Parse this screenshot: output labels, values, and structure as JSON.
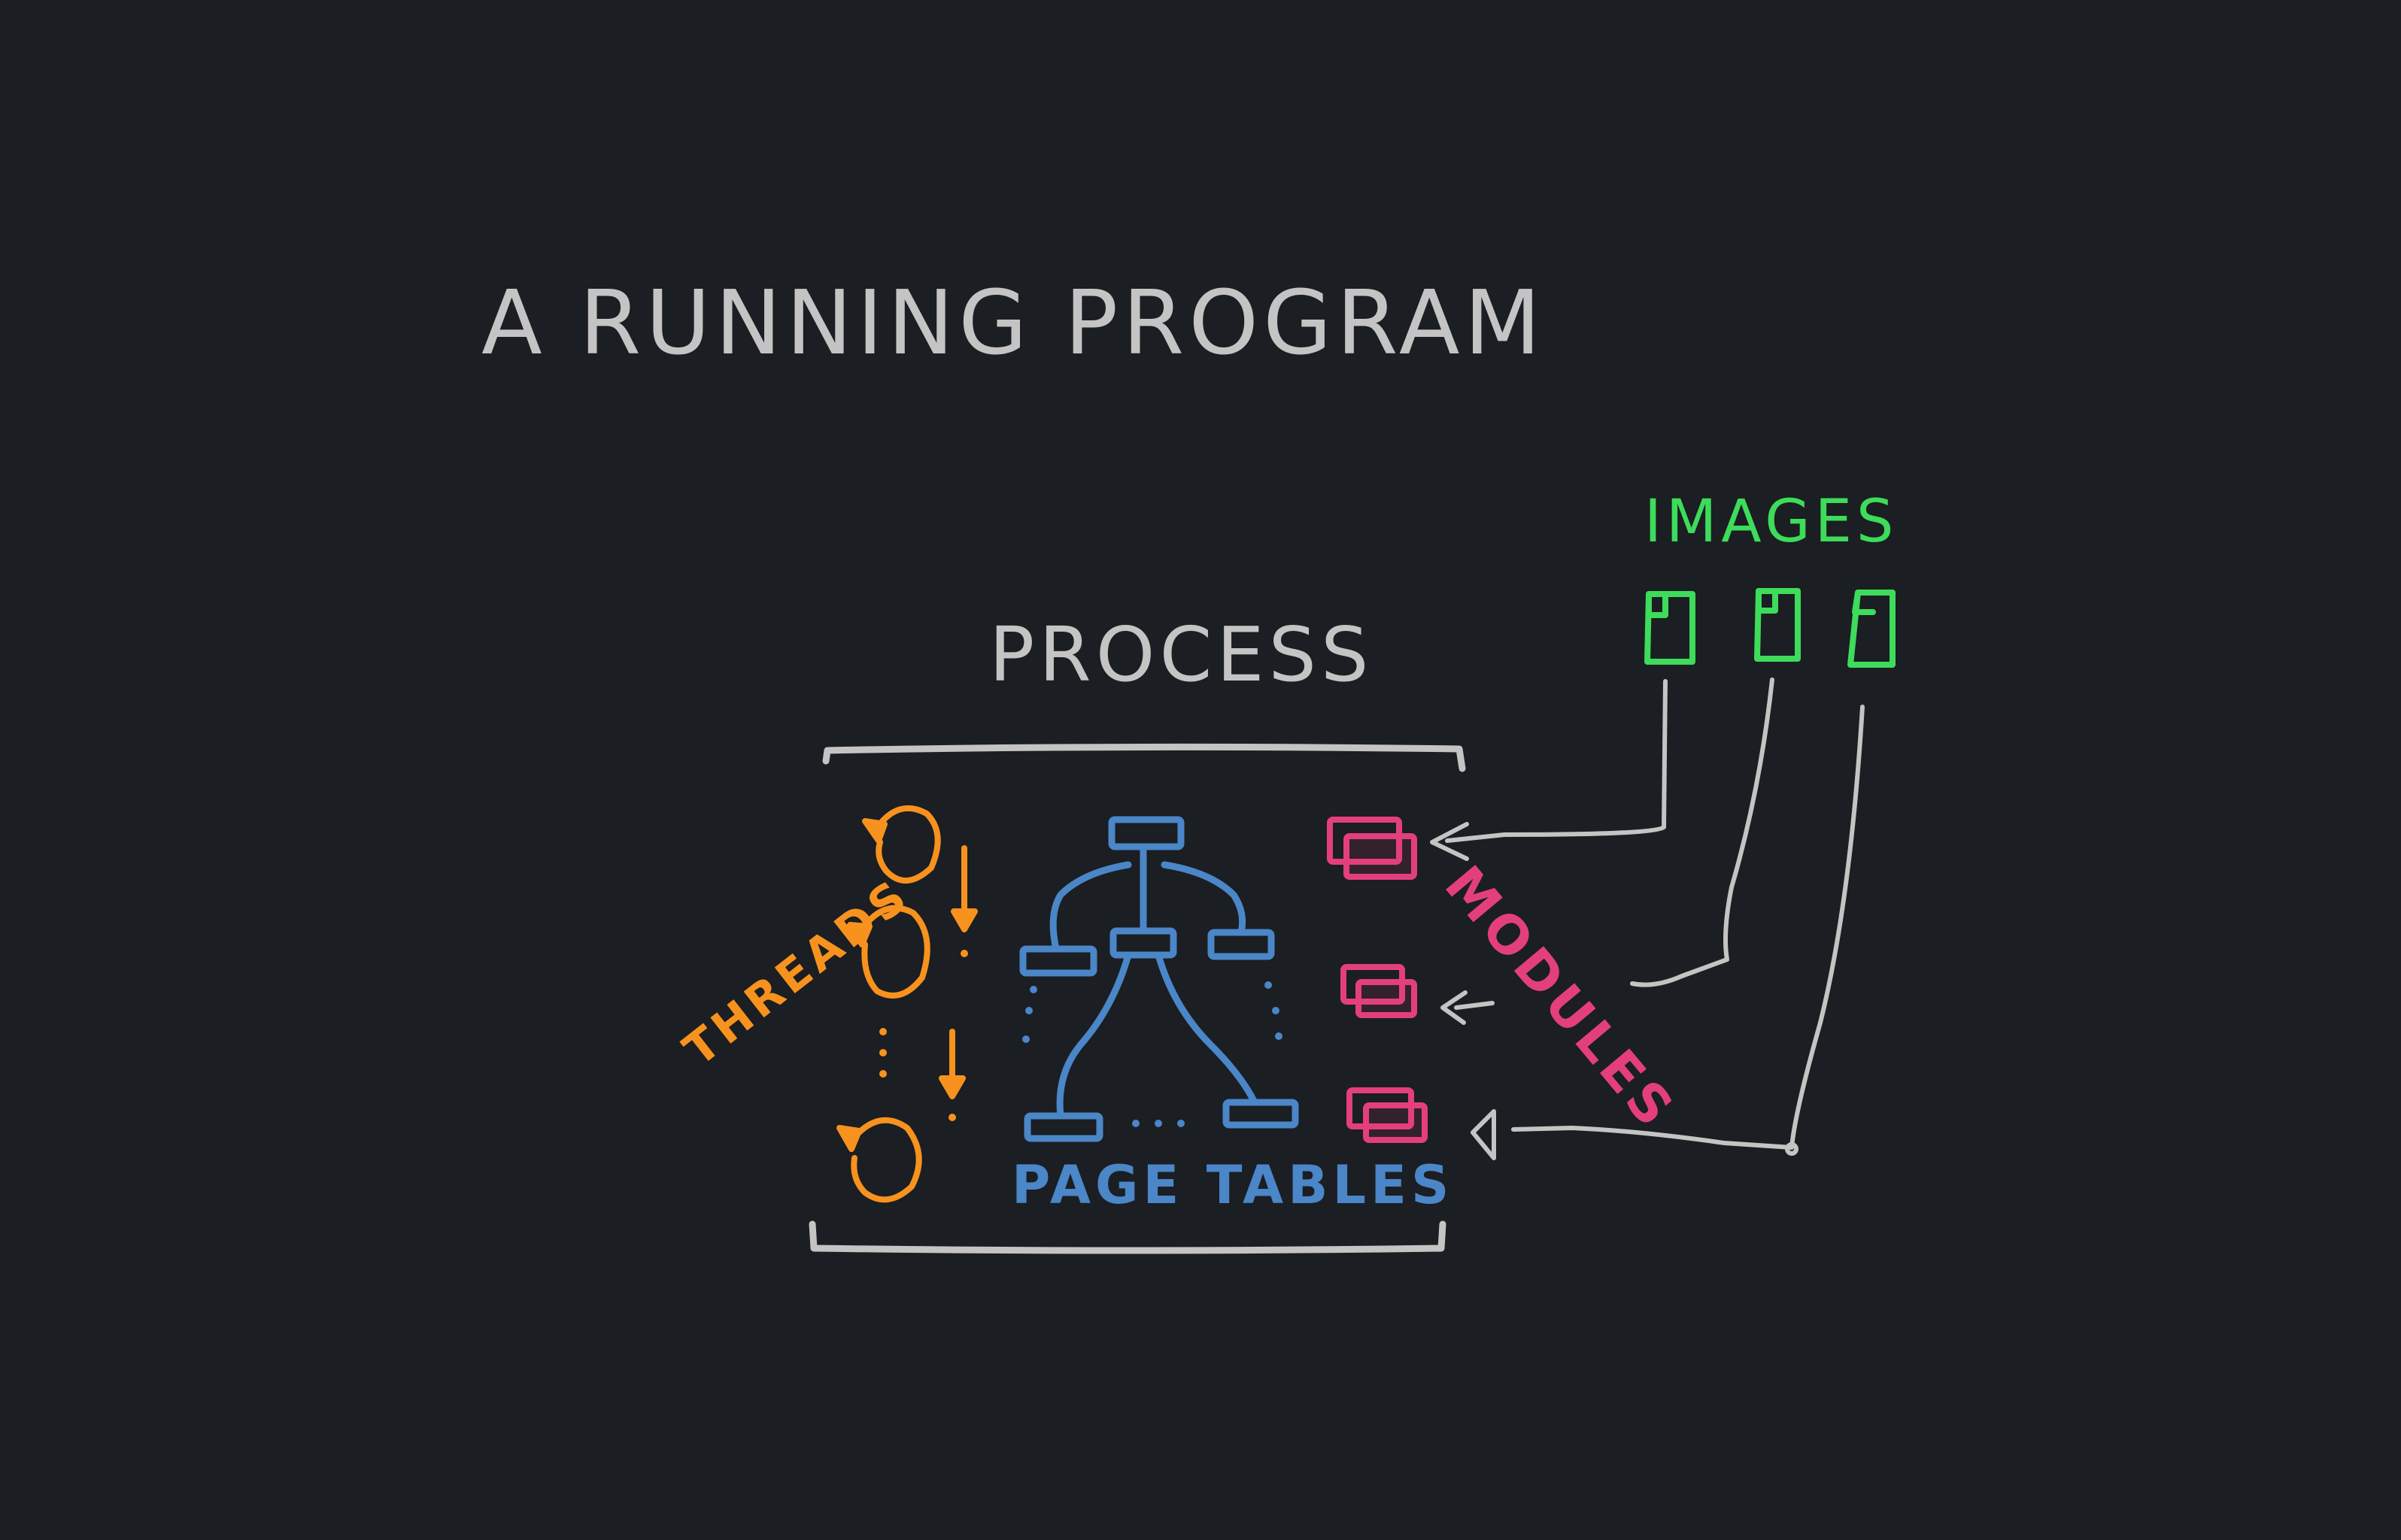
{
  "title": "A RUNNING PROGRAM",
  "process": {
    "label": "PROCESS"
  },
  "threads": {
    "label": "THREADS"
  },
  "page_tables": {
    "label": "PAGE TABLES"
  },
  "modules": {
    "label": "MODULES"
  },
  "images": {
    "label": "IMAGES"
  },
  "colors": {
    "background": "#1b1e22",
    "text": "#c4c4c4",
    "threads": "#f7921e",
    "page_tables": "#4a86c8",
    "modules": "#e33f7e",
    "images": "#3ddc5a",
    "connector": "#c4c4c4"
  }
}
